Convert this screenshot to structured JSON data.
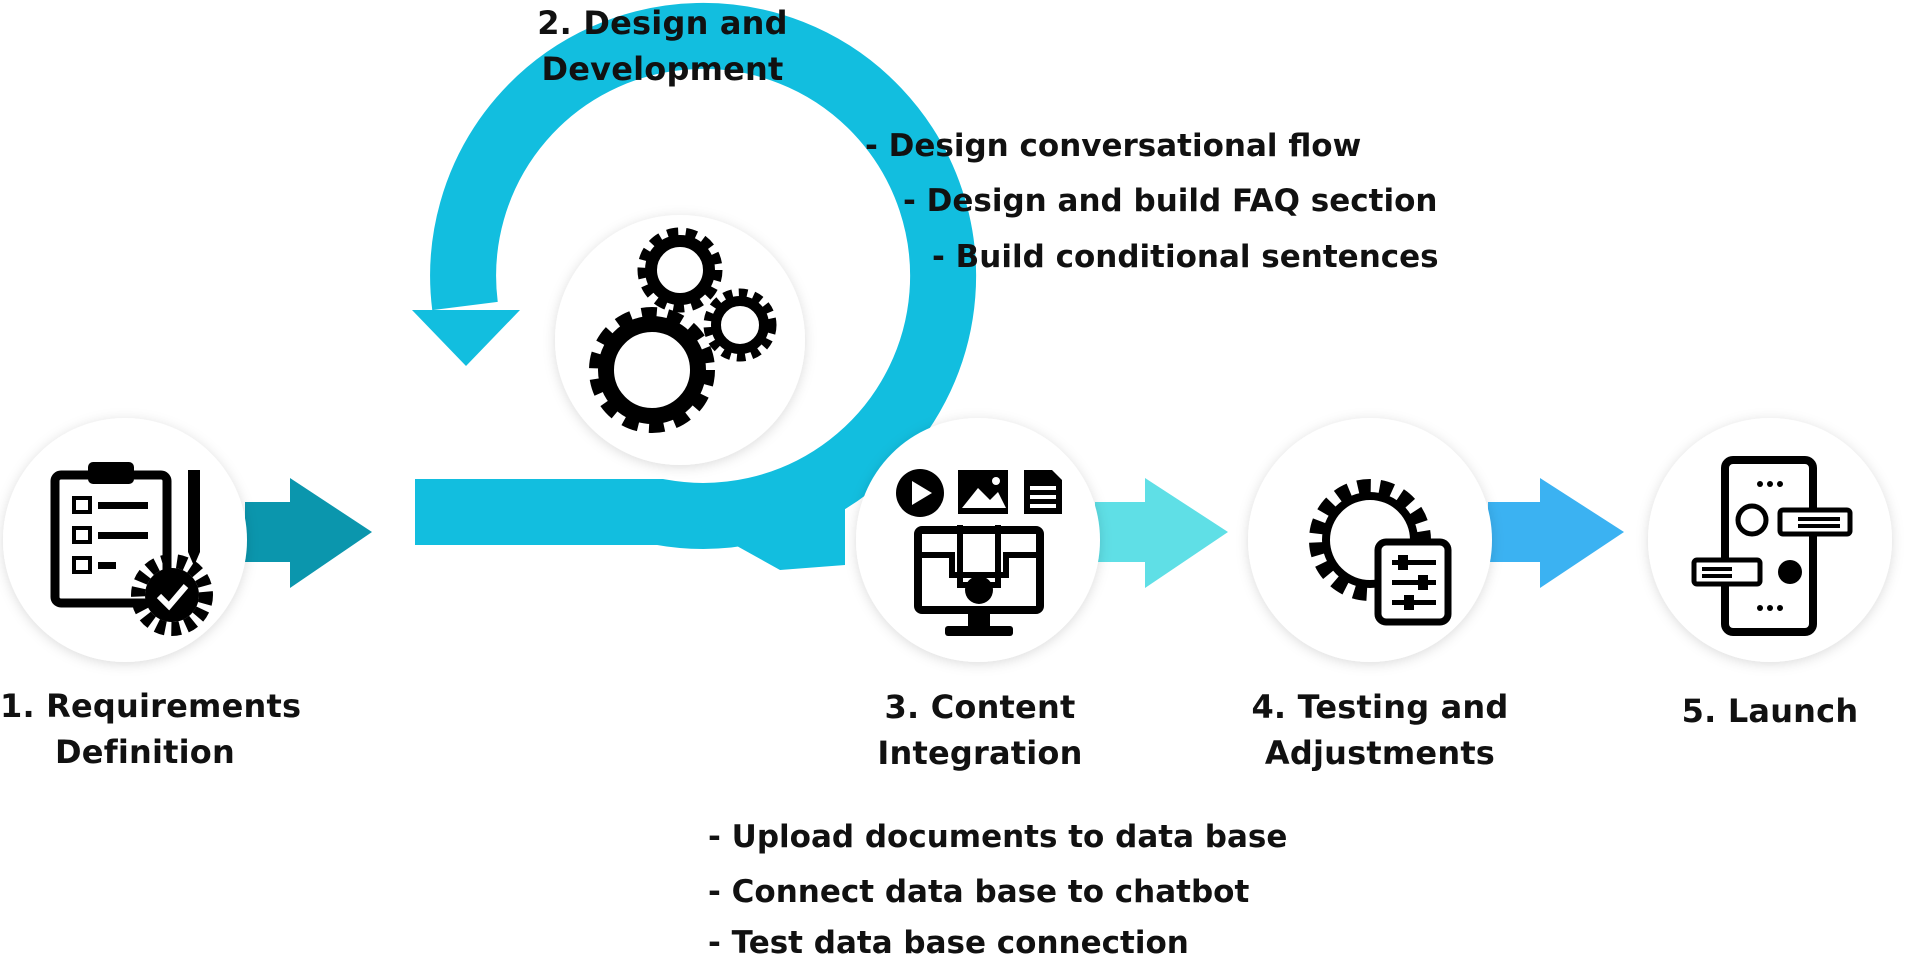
{
  "steps": [
    {
      "id": 1,
      "title_lines": [
        "1.  Requirements",
        "Definition"
      ],
      "icon": "clipboard-checklist-gear-icon"
    },
    {
      "id": 2,
      "title_lines": [
        "2. Design and",
        "Development"
      ],
      "icon": "gears-icon"
    },
    {
      "id": 3,
      "title_lines": [
        "3. Content",
        "Integration"
      ],
      "icon": "media-monitor-icon"
    },
    {
      "id": 4,
      "title_lines": [
        "4. Testing and",
        "Adjustments"
      ],
      "icon": "gear-sliders-icon"
    },
    {
      "id": 5,
      "title_lines": [
        "5. Launch"
      ],
      "icon": "smartphone-chat-icon"
    }
  ],
  "design_tasks": [
    "- Design conversational flow",
    "- Design and build FAQ section",
    "- Build conditional sentences"
  ],
  "content_tasks": [
    "- Upload documents to data base",
    "- Connect data base to chatbot",
    "- Test data base connection"
  ],
  "colors": {
    "loop": "#12bedf",
    "arrow_1": "#0b96ad",
    "arrow_3": "#5fdfe6",
    "arrow_4": "#3bb2f2",
    "icon": "#000000"
  }
}
